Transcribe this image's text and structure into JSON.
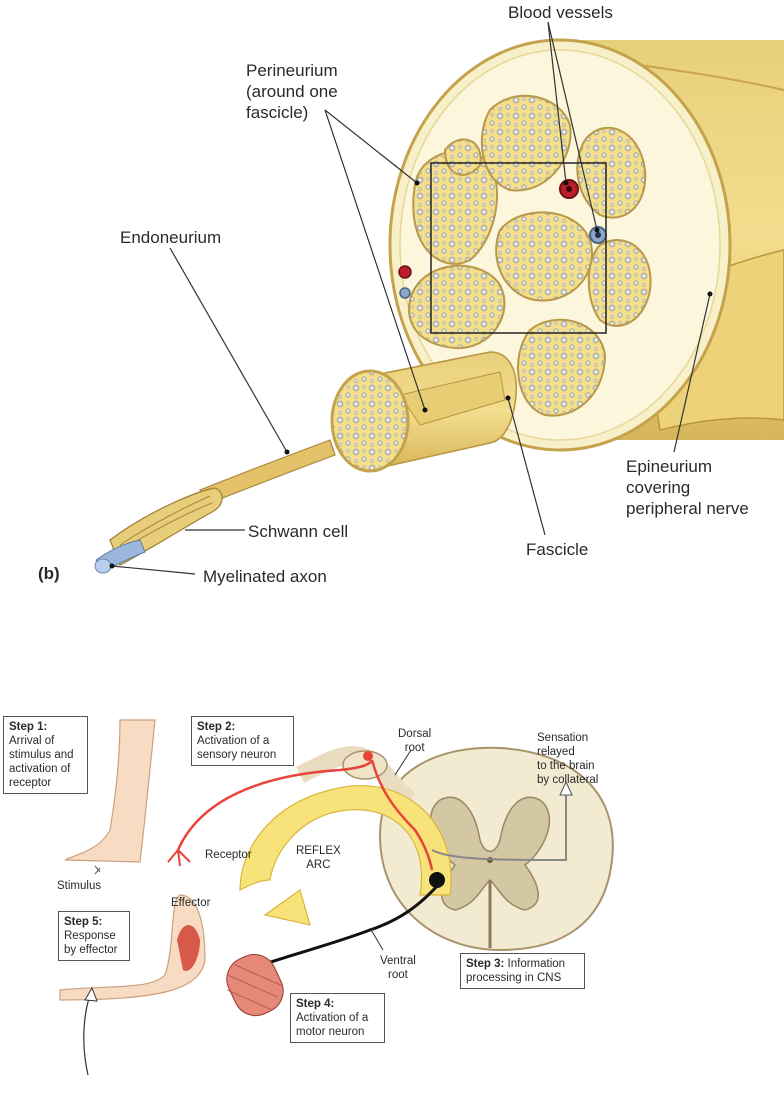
{
  "top": {
    "panel_letter": "(b)",
    "labels": {
      "blood_vessels": "Blood vessels",
      "perineurium_1": "Perineurium",
      "perineurium_2": "(around one",
      "perineurium_3": "fascicle)",
      "endoneurium": "Endoneurium",
      "epineurium_1": "Epineurium",
      "epineurium_2": "covering",
      "epineurium_3": "peripheral nerve",
      "schwann": "Schwann cell",
      "fascicle": "Fascicle",
      "myelinated": "Myelinated axon"
    }
  },
  "bottom": {
    "steps": {
      "s1_title": "Step 1:",
      "s1_text": "Arrival of stimulus and activation of receptor",
      "s2_title": "Step 2:",
      "s2_text": "Activation of a sensory neuron",
      "s3_title": "Step 3:",
      "s3_text": "Information processing in CNS",
      "s4_title": "Step 4:",
      "s4_text": "Activation of a motor neuron",
      "s5_title": "Step 5:",
      "s5_text": "Response by effector"
    },
    "labels": {
      "dorsal_1": "Dorsal",
      "dorsal_2": "root",
      "sensation_1": "Sensation",
      "sensation_2": "relayed",
      "sensation_3": "to the brain",
      "sensation_4": "by collateral",
      "receptor": "Receptor",
      "reflex_1": "REFLEX",
      "reflex_2": "ARC",
      "stimulus": "Stimulus",
      "effector": "Effector",
      "ventral_1": "Ventral",
      "ventral_2": "root"
    }
  }
}
